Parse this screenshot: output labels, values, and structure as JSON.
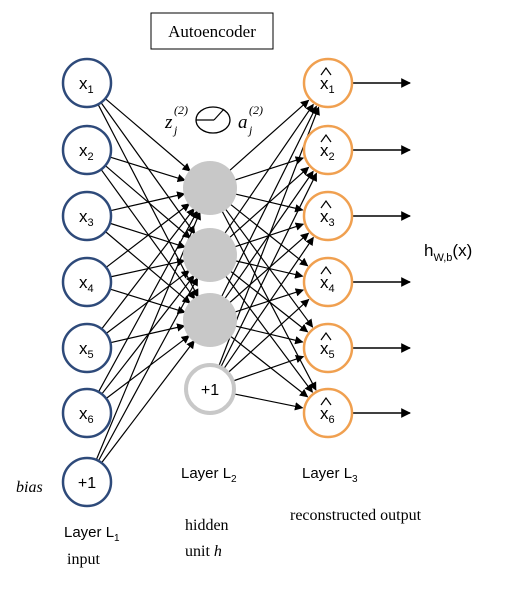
{
  "title": "Autoencoder",
  "input_nodes": [
    {
      "base": "x",
      "sub": "1"
    },
    {
      "base": "x",
      "sub": "2"
    },
    {
      "base": "x",
      "sub": "3"
    },
    {
      "base": "x",
      "sub": "4"
    },
    {
      "base": "x",
      "sub": "5"
    },
    {
      "base": "x",
      "sub": "6"
    }
  ],
  "input_bias_label": "+1",
  "hidden_bias_label": "+1",
  "bias_text": "bias",
  "output_nodes": [
    {
      "base": "x",
      "sub": "1"
    },
    {
      "base": "x",
      "sub": "2"
    },
    {
      "base": "x",
      "sub": "3"
    },
    {
      "base": "x",
      "sub": "4"
    },
    {
      "base": "x",
      "sub": "5"
    },
    {
      "base": "x",
      "sub": "6"
    }
  ],
  "hidden_count": 3,
  "activation": {
    "z_base": "z",
    "z_sub": "j",
    "z_sup": "(2)",
    "a_base": "a",
    "a_sub": "j",
    "a_sup": "(2)"
  },
  "output_function": {
    "base": "h",
    "sub": "W,b",
    "arg": "(x)"
  },
  "layers": {
    "l1": {
      "prefix": "Layer L",
      "sub": "1",
      "caption": "input"
    },
    "l2": {
      "prefix": "Layer L",
      "sub": "2",
      "caption1": "hidden",
      "caption2_prefix": "unit ",
      "caption2_var": "h"
    },
    "l3": {
      "prefix": "Layer L",
      "sub": "3",
      "caption": "reconstructed output"
    }
  },
  "colors": {
    "input_stroke": "#2e4a7a",
    "output_stroke": "#f0a050",
    "hidden_fill": "#c8c8c8",
    "hidden_bias_stroke": "#c8c8c8",
    "edge": "#000000"
  }
}
